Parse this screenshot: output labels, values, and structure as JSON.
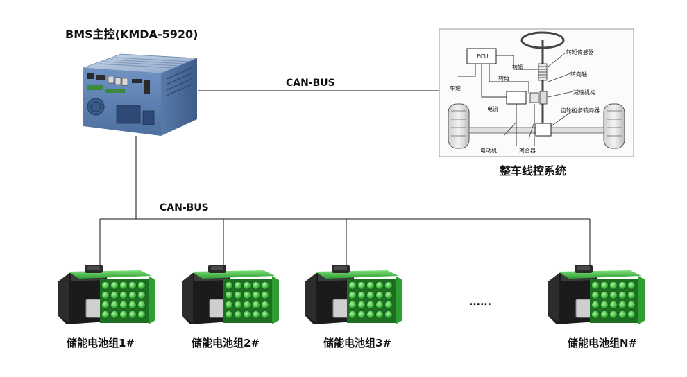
{
  "master": {
    "title": "BMS主控(KMDA-5920)"
  },
  "bus": {
    "top_label": "CAN-BUS",
    "mid_label": "CAN-BUS"
  },
  "vehicle": {
    "caption": "整车线控系统",
    "labels": {
      "ecu": "ECU",
      "torque_sensor": "转矩传感器",
      "torque": "转矩",
      "steer_shaft": "转向轴",
      "steer_angle": "转角",
      "reducer": "减速机构",
      "speed": "车速",
      "current": "电流",
      "rack_pinion": "齿轮齿条转向器",
      "motor": "电动机",
      "clutch": "离合器"
    }
  },
  "packs": [
    {
      "label": "储能电池组1#"
    },
    {
      "label": "储能电池组2#"
    },
    {
      "label": "储能电池组3#"
    },
    {
      "label": "储能电池组N#"
    }
  ],
  "ellipsis": "......",
  "colors": {
    "line": "#111111",
    "cell_green": "#3fbf3f",
    "case_black": "#1a1a1a",
    "controller_blue": "#5b7fb0"
  }
}
